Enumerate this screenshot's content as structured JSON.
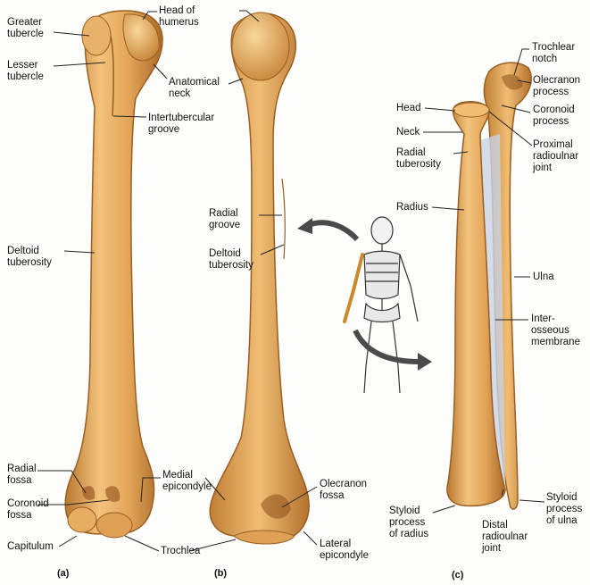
{
  "figure": {
    "colors": {
      "bone": "#e0a14f",
      "bone_shadow": "#b8772f",
      "bone_highlight": "#f6cf8c",
      "membrane": "#c9d3e6",
      "leader": "#222222",
      "arrow": "#4a4a4a"
    },
    "panels": {
      "a": "(a)",
      "b": "(b)",
      "c": "(c)"
    },
    "labels": {
      "greater_tubercle": "Greater\ntubercle",
      "lesser_tubercle": "Lesser\ntubercle",
      "head_of_humerus": "Head of\nhumerus",
      "anatomical_neck": "Anatomical\nneck",
      "intertubercular_groove": "Intertubercular\ngroove",
      "deltoid_tuberosity_a": "Deltoid\ntuberosity",
      "radial_groove": "Radial\ngroove",
      "deltoid_tuberosity_b": "Deltoid\ntuberosity",
      "radial_fossa": "Radial\nfossa",
      "coronoid_fossa": "Coronoid\nfossa",
      "capitulum": "Capitulum",
      "medial_epicondyle": "Medial\nepicondyle",
      "trochlea": "Trochlea",
      "olecranon_fossa": "Olecranon\nfossa",
      "lateral_epicondyle": "Lateral\nepicondyle",
      "head": "Head",
      "neck": "Neck",
      "radial_tuberosity": "Radial\ntuberosity",
      "radius": "Radius",
      "trochlear_notch": "Trochlear\nnotch",
      "olecranon_process": "Olecranon\nprocess",
      "coronoid_process": "Coronoid\nprocess",
      "proximal_radioulnar_joint": "Proximal\nradioulnar\njoint",
      "ulna": "Ulna",
      "interosseous_membrane": "Inter-\nosseous\nmembrane",
      "styloid_process_of_radius": "Styloid\nprocess\nof radius",
      "distal_radioulnar_joint": "Distal\nradioulnar\njoint",
      "styloid_process_of_ulna": "Styloid\nprocess\nof ulna"
    }
  }
}
